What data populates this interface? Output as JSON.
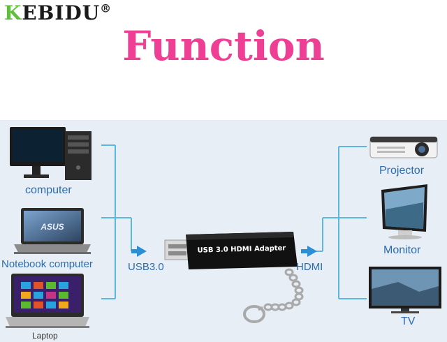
{
  "brand": {
    "first_letter": "K",
    "rest": "EBIDU",
    "mark": "®"
  },
  "title": "Function",
  "inputs": [
    {
      "label": "computer",
      "icon": "desktop-computer-icon"
    },
    {
      "label": "Notebook computer",
      "icon": "notebook-computer-icon"
    },
    {
      "label": "Laptop",
      "icon": "laptop-icon"
    }
  ],
  "outputs": [
    {
      "label": "Projector",
      "icon": "projector-icon"
    },
    {
      "label": "Monitor",
      "icon": "monitor-icon"
    },
    {
      "label": "TV",
      "icon": "tv-icon"
    }
  ],
  "device": {
    "text": "USB 3.0 HDMI Adapter"
  },
  "notebook_brand": "ASUS",
  "ports": {
    "input": "USB3.0",
    "output": "HDMI"
  },
  "colors": {
    "title": "#ee3f95",
    "line": "#5bb6e0",
    "label": "#2b6cb0",
    "panel": "#e8eef5",
    "brand_k": "#5fbf3a"
  }
}
